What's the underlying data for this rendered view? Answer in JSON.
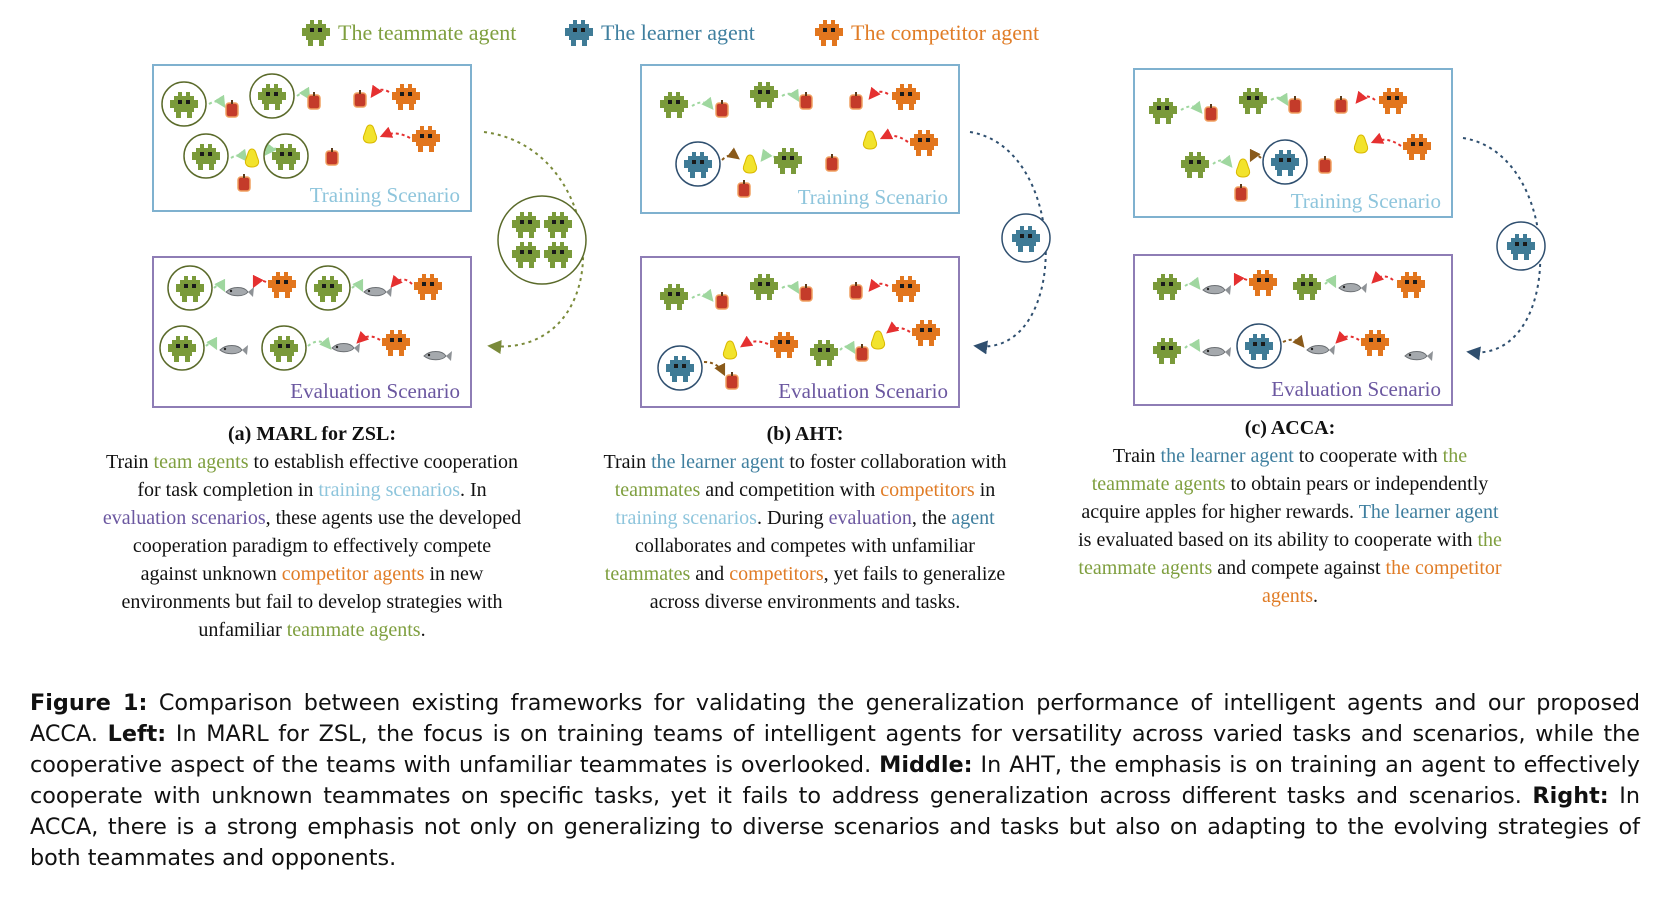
{
  "legend": {
    "teammate": "The teammate agent",
    "learner": "The learner agent",
    "competitor": "The competitor agent"
  },
  "panels": {
    "a": {
      "training_label": "Training Scenario",
      "evaluation_label": "Evaluation Scenario",
      "title": "(a) MARL for ZSL:",
      "text": [
        {
          "t": "Train ",
          "c": ""
        },
        {
          "t": "team agents",
          "c": "g"
        },
        {
          "t": " to establish effective cooperation for task completion in ",
          "c": ""
        },
        {
          "t": "training scenarios",
          "c": "lb"
        },
        {
          "t": ". In ",
          "c": ""
        },
        {
          "t": "evaluation scenarios",
          "c": "p"
        },
        {
          "t": ", these agents use the developed cooperation paradigm to effectively compete against unknown ",
          "c": ""
        },
        {
          "t": "competitor agents",
          "c": "o"
        },
        {
          "t": " in new environments but fail to develop strategies with unfamiliar ",
          "c": ""
        },
        {
          "t": "teammate agents",
          "c": "g"
        },
        {
          "t": ".",
          "c": ""
        }
      ]
    },
    "b": {
      "training_label": "Training Scenario",
      "evaluation_label": "Evaluation Scenario",
      "title": "(b) AHT:",
      "text": [
        {
          "t": "Train ",
          "c": ""
        },
        {
          "t": "the learner agent",
          "c": "b"
        },
        {
          "t": " to foster collaboration with ",
          "c": ""
        },
        {
          "t": "teammates",
          "c": "g"
        },
        {
          "t": " and competition with ",
          "c": ""
        },
        {
          "t": "competitors",
          "c": "o"
        },
        {
          "t": " in ",
          "c": ""
        },
        {
          "t": "training scenarios",
          "c": "lb"
        },
        {
          "t": ". During ",
          "c": ""
        },
        {
          "t": "evaluation",
          "c": "p"
        },
        {
          "t": ", the ",
          "c": ""
        },
        {
          "t": "agent",
          "c": "b"
        },
        {
          "t": " collaborates and competes with unfamiliar ",
          "c": ""
        },
        {
          "t": "teammates",
          "c": "g"
        },
        {
          "t": " and ",
          "c": ""
        },
        {
          "t": "competitors",
          "c": "o"
        },
        {
          "t": ", yet fails to generalize across diverse environments and tasks.",
          "c": ""
        }
      ]
    },
    "c": {
      "training_label": "Training Scenario",
      "evaluation_label": "Evaluation Scenario",
      "title": "(c) ACCA:",
      "text": [
        {
          "t": "Train ",
          "c": ""
        },
        {
          "t": "the learner agent",
          "c": "b"
        },
        {
          "t": " to cooperate with ",
          "c": ""
        },
        {
          "t": "the teammate agents",
          "c": "g"
        },
        {
          "t": " to obtain pears or independently acquire apples for higher rewards. ",
          "c": ""
        },
        {
          "t": "The learner agent",
          "c": "b"
        },
        {
          "t": " is evaluated based on its ability to cooperate with ",
          "c": ""
        },
        {
          "t": "the teammate agents",
          "c": "g"
        },
        {
          "t": " and compete against ",
          "c": ""
        },
        {
          "t": "the competitor agents",
          "c": "o"
        },
        {
          "t": ".",
          "c": ""
        }
      ]
    }
  },
  "figure_caption": {
    "label": "Figure 1:",
    "intro": " Comparison between existing frameworks for validating the generalization performance of intelligent agents and our proposed ACCA. ",
    "left_label": "Left:",
    "left_text": " In MARL for ZSL, the focus is on training teams of intelligent agents for versatility across varied tasks and scenarios, while the cooperative aspect of the teams with unfamiliar teammates is overlooked. ",
    "middle_label": "Middle:",
    "middle_text": " In AHT, the emphasis is on training an agent to effectively cooperate with unknown teammates on specific tasks, yet it fails to address generalization across different tasks and scenarios. ",
    "right_label": "Right:",
    "right_text": " In ACCA, there is a strong emphasis not only on generalizing to diverse scenarios and tasks but also on adapting to the evolving strategies of both teammates and opponents."
  },
  "colors": {
    "teammate": "#7a9a3a",
    "learner": "#3f7b96",
    "competitor": "#e2761e",
    "training_border": "#7fb1cf",
    "evaluation_border": "#8e7db5",
    "arrow_teammate": "#9fd79f",
    "arrow_competitor": "#e53030",
    "arrow_learner": "#8a5a1a"
  },
  "icons": [
    "teammate-agent-icon",
    "learner-agent-icon",
    "competitor-agent-icon",
    "apple-icon",
    "pear-icon",
    "fish-icon"
  ]
}
